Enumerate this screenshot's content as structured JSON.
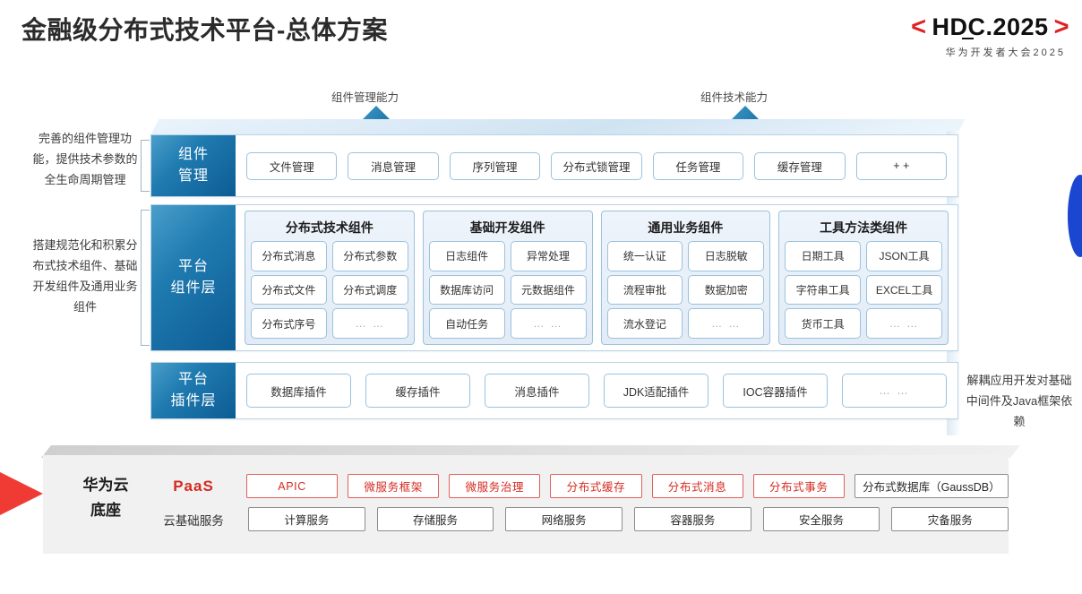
{
  "header": {
    "title": "金融级分布式技术平台-总体方案",
    "logo": {
      "bracket_left": "<",
      "bracket_right": ">",
      "main": "HDC.2025",
      "sub": "华为开发者大会2025",
      "bracket_color": "#e02020"
    }
  },
  "arrows": [
    {
      "label": "组件管理能力"
    },
    {
      "label": "组件技术能力"
    }
  ],
  "side_notes": {
    "left": [
      "完善的组件管理功能，提供技术参数的全生命周期管理",
      "搭建规范化和积累分布式技术组件、基础开发组件及通用业务组件"
    ],
    "right": "解耦应用开发对基础中间件及Java框架依赖"
  },
  "layers": [
    {
      "tag": "组件\n管理",
      "tag_line1": "组件",
      "tag_line2": "管理",
      "items": [
        "文件管理",
        "消息管理",
        "序列管理",
        "分布式锁管理",
        "任务管理",
        "缓存管理",
        "+ +"
      ]
    },
    {
      "tag_line1": "平台",
      "tag_line2": "组件层",
      "groups": [
        {
          "title": "分布式技术组件",
          "items": [
            "分布式消息",
            "分布式参数",
            "分布式文件",
            "分布式调度",
            "分布式序号",
            "… …"
          ]
        },
        {
          "title": "基础开发组件",
          "items": [
            "日志组件",
            "异常处理",
            "数据库访问",
            "元数据组件",
            "自动任务",
            "… …"
          ]
        },
        {
          "title": "通用业务组件",
          "items": [
            "统一认证",
            "日志脱敏",
            "流程审批",
            "数据加密",
            "流水登记",
            "… …"
          ]
        },
        {
          "title": "工具方法类组件",
          "items": [
            "日期工具",
            "JSON工具",
            "字符串工具",
            "EXCEL工具",
            "货币工具",
            "… …"
          ]
        }
      ]
    },
    {
      "tag_line1": "平台",
      "tag_line2": "插件层",
      "items": [
        "数据库插件",
        "缓存插件",
        "消息插件",
        "JDK适配插件",
        "IOC容器插件",
        "… …"
      ]
    }
  ],
  "base": {
    "label_line1": "华为云",
    "label_line2": "底座",
    "paas": {
      "key": "PaaS",
      "items": [
        {
          "label": "APIC",
          "style": "red"
        },
        {
          "label": "微服务框架",
          "style": "red"
        },
        {
          "label": "微服务治理",
          "style": "red"
        },
        {
          "label": "分布式缓存",
          "style": "red"
        },
        {
          "label": "分布式消息",
          "style": "red"
        },
        {
          "label": "分布式事务",
          "style": "red"
        },
        {
          "label": "分布式数据库（GaussDB）",
          "style": "gray"
        }
      ]
    },
    "cloud": {
      "key": "云基础服务",
      "items": [
        "计算服务",
        "存储服务",
        "网络服务",
        "容器服务",
        "安全服务",
        "灾备服务"
      ]
    }
  },
  "colors": {
    "accent_blue": "#0d5c94",
    "accent_red": "#d42a20",
    "chip_border": "#9cc2dd",
    "base_bg": "#f1f1f1"
  }
}
